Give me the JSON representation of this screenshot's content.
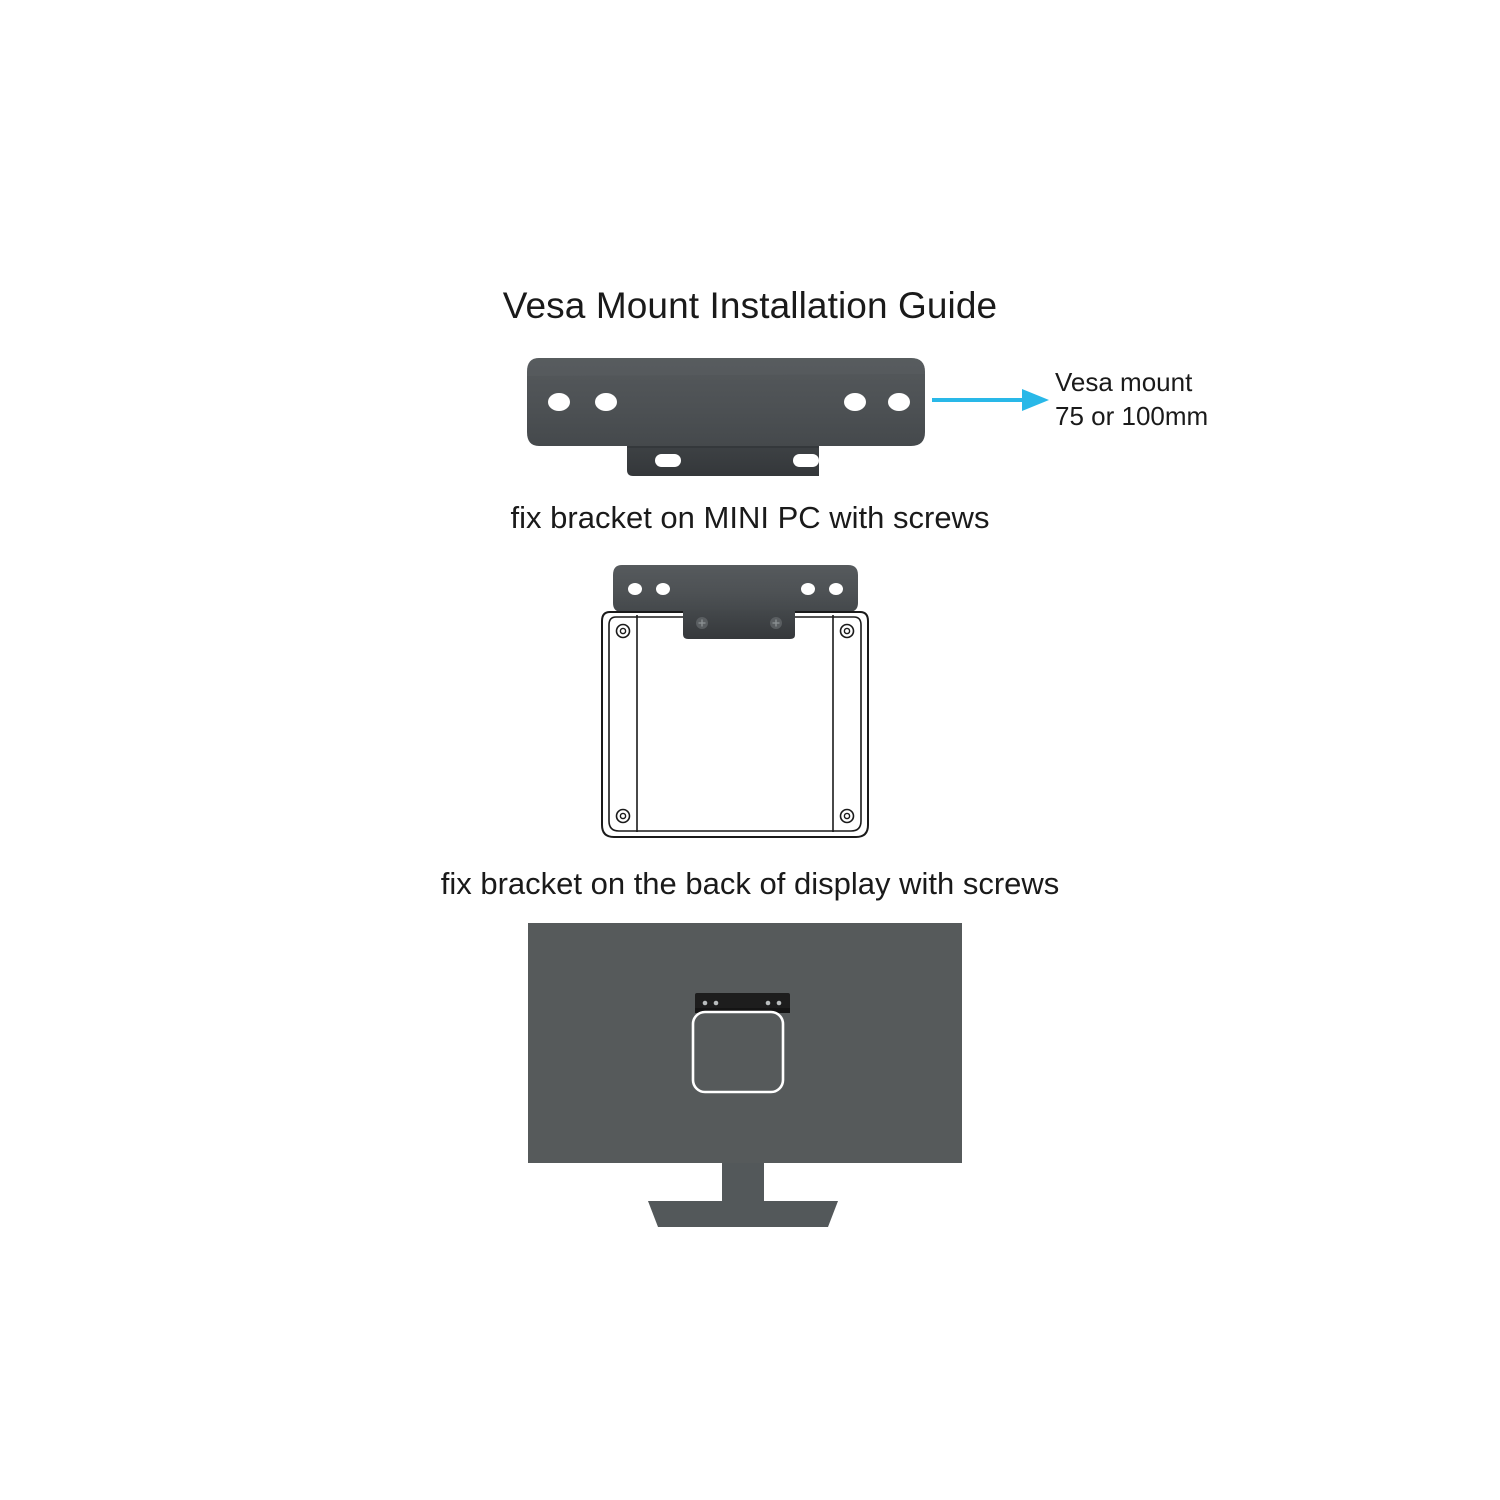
{
  "document": {
    "title": "Vesa Mount Installation Guide",
    "background_color": "#ffffff",
    "text_color": "#1a1a1a"
  },
  "callout": {
    "arrow_color": "#29b8e8",
    "line_1": "Vesa mount",
    "line_2": "75 or 100mm"
  },
  "steps": [
    {
      "id": "step-1",
      "caption": "fix bracket on MINI PC with screws"
    },
    {
      "id": "step-2",
      "caption": "fix bracket on the back of display with screws"
    }
  ],
  "colors": {
    "bracket_plate": "#4e5255",
    "bracket_plate_edge": "#3f4346",
    "bracket_tab": "#3a3d40",
    "bracket_black": "#1d1d1d",
    "hole_fill": "#ffffff",
    "monitor_panel": "#565a5b",
    "monitor_stand": "#53585a",
    "outline": "#1a1a1a",
    "minipc_fill": "#ffffff"
  },
  "figures": {
    "bracket_detail": {
      "name": "vesa-bracket",
      "round_holes": 4,
      "slot_holes": 2
    },
    "minipc_assembly": {
      "name": "mini-pc-with-bracket",
      "corner_screws": 4,
      "tab_screws": 2,
      "bracket_round_holes": 4
    },
    "monitor_assembly": {
      "name": "monitor-with-bracket",
      "bracket_holes": 4,
      "has_stand": true
    }
  }
}
